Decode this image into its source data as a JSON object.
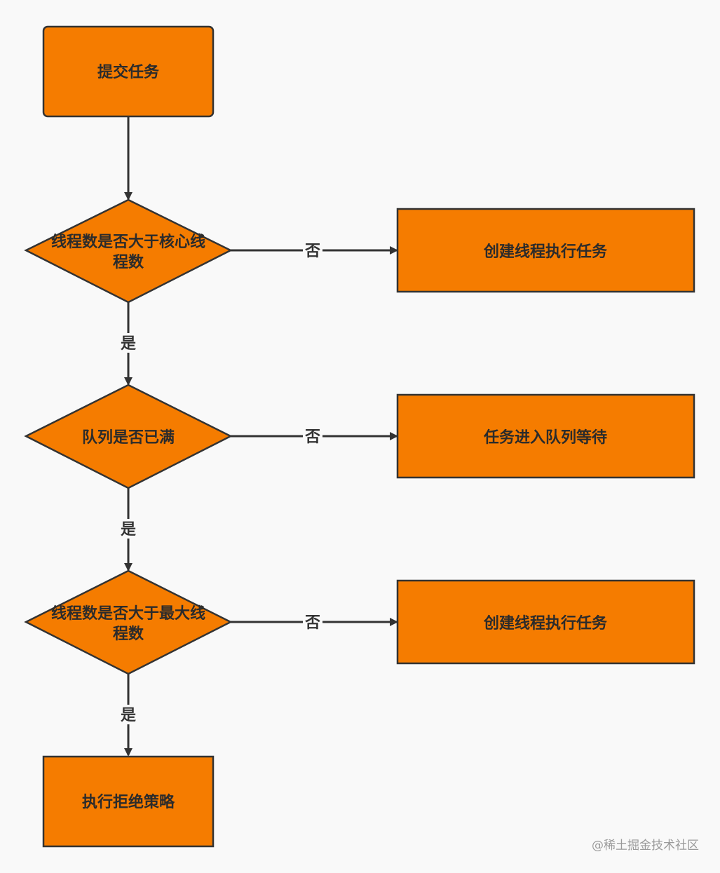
{
  "colors": {
    "node_fill": "#f57c00",
    "node_stroke": "#333333",
    "edge": "#333333",
    "background": "#f9f9f9",
    "text": "#2b2b2b"
  },
  "nodes": {
    "submit": {
      "label": "提交任务"
    },
    "check_core": {
      "label_line1": "线程数是否大于核心线",
      "label_line2": "程数"
    },
    "create_thread_1": {
      "label": "创建线程执行任务"
    },
    "check_queue": {
      "label": "队列是否已满"
    },
    "enqueue": {
      "label": "任务进入队列等待"
    },
    "check_max": {
      "label_line1": "线程数是否大于最大线",
      "label_line2": "程数"
    },
    "create_thread_2": {
      "label": "创建线程执行任务"
    },
    "reject": {
      "label": "执行拒绝策略"
    }
  },
  "edges": {
    "core_no": "否",
    "core_yes": "是",
    "queue_no": "否",
    "queue_yes": "是",
    "max_no": "否",
    "max_yes": "是"
  },
  "watermark": "@稀土掘金技术社区"
}
